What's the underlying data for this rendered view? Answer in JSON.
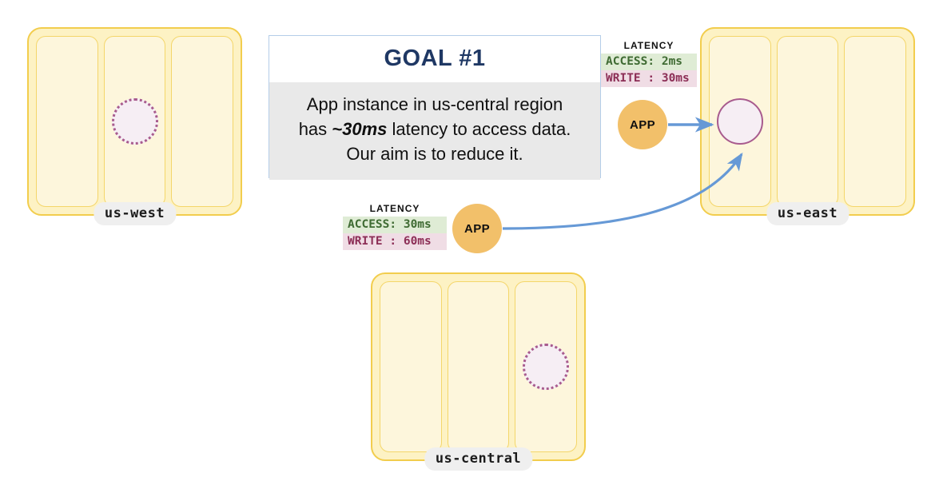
{
  "diagram": {
    "title": "GOAL  #1",
    "goal": {
      "title": "GOAL  #1",
      "line1": "App instance in us-central region",
      "line2_prefix": "has ",
      "line2_highlight": "~30ms",
      "line2_suffix": " latency to access data.",
      "line3": "Our aim is to reduce it."
    },
    "regions": [
      {
        "id": "us-west",
        "label": "us-west",
        "zones": 3,
        "replica": {
          "column": 2,
          "style": "dotted"
        }
      },
      {
        "id": "us-east",
        "label": "us-east",
        "zones": 3,
        "replica": {
          "column": 1,
          "style": "solid"
        }
      },
      {
        "id": "us-central",
        "label": "us-central",
        "zones": 3,
        "replica": {
          "column": 3,
          "style": "dotted"
        }
      }
    ],
    "app_nodes": [
      {
        "id": "app-us-east",
        "label": "APP"
      },
      {
        "id": "app-us-central",
        "label": "APP"
      }
    ],
    "latency_panels": [
      {
        "id": "latency-us-east",
        "title": "LATENCY",
        "access_label": "ACCESS:",
        "access_value": "2ms",
        "access_text": "ACCESS: 2ms",
        "write_label": "WRITE :",
        "write_value": "30ms",
        "write_text": "WRITE : 30ms"
      },
      {
        "id": "latency-us-central",
        "title": "LATENCY",
        "access_label": "ACCESS:",
        "access_value": "30ms",
        "access_text": "ACCESS: 30ms",
        "write_label": "WRITE :",
        "write_value": "60ms",
        "write_text": "WRITE : 60ms"
      }
    ],
    "connections": [
      {
        "id": "app-east-to-primary",
        "from": "app-us-east",
        "to": "us-east-primary",
        "shape": "straight"
      },
      {
        "id": "app-central-to-primary",
        "from": "app-us-central",
        "to": "us-east-primary",
        "shape": "curved"
      }
    ],
    "colors": {
      "region_fill": "#fdf2c4",
      "region_border": "#f2cd4d",
      "zone_fill": "#fdf6dc",
      "zone_border": "#f4d66a",
      "replica_fill": "#f6eef4",
      "replica_border": "#a85b8e",
      "app_fill": "#f2c06a",
      "arrow": "#6699d6",
      "goal_border": "#b4cde8",
      "goal_body_bg": "#e9e9e9",
      "goal_title_color": "#1f3864",
      "access_bg": "#dfecd5",
      "access_fg": "#3f6b33",
      "write_bg": "#f0dde5",
      "write_fg": "#8c2e56",
      "label_pill_bg": "#efefef"
    }
  }
}
